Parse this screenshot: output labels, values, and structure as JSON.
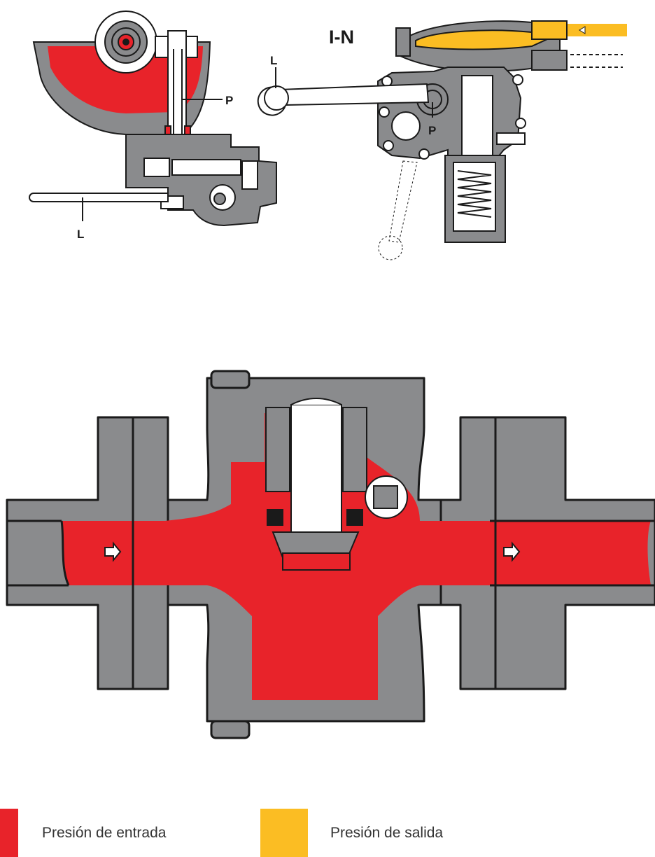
{
  "diagram": {
    "title": "I-N",
    "callouts": {
      "left_p": "P",
      "left_l": "L",
      "right_l": "L",
      "right_p": "P"
    }
  },
  "legend": {
    "items": [
      {
        "label": "Presión de entrada",
        "color": "#e8232a"
      },
      {
        "label": "Presión de salida",
        "color": "#fbbd23"
      }
    ]
  },
  "colors": {
    "body_gray": "#8a8b8d",
    "outline": "#1a1a1a",
    "inlet_red": "#e8232a",
    "outlet_yellow": "#fbbd23"
  }
}
